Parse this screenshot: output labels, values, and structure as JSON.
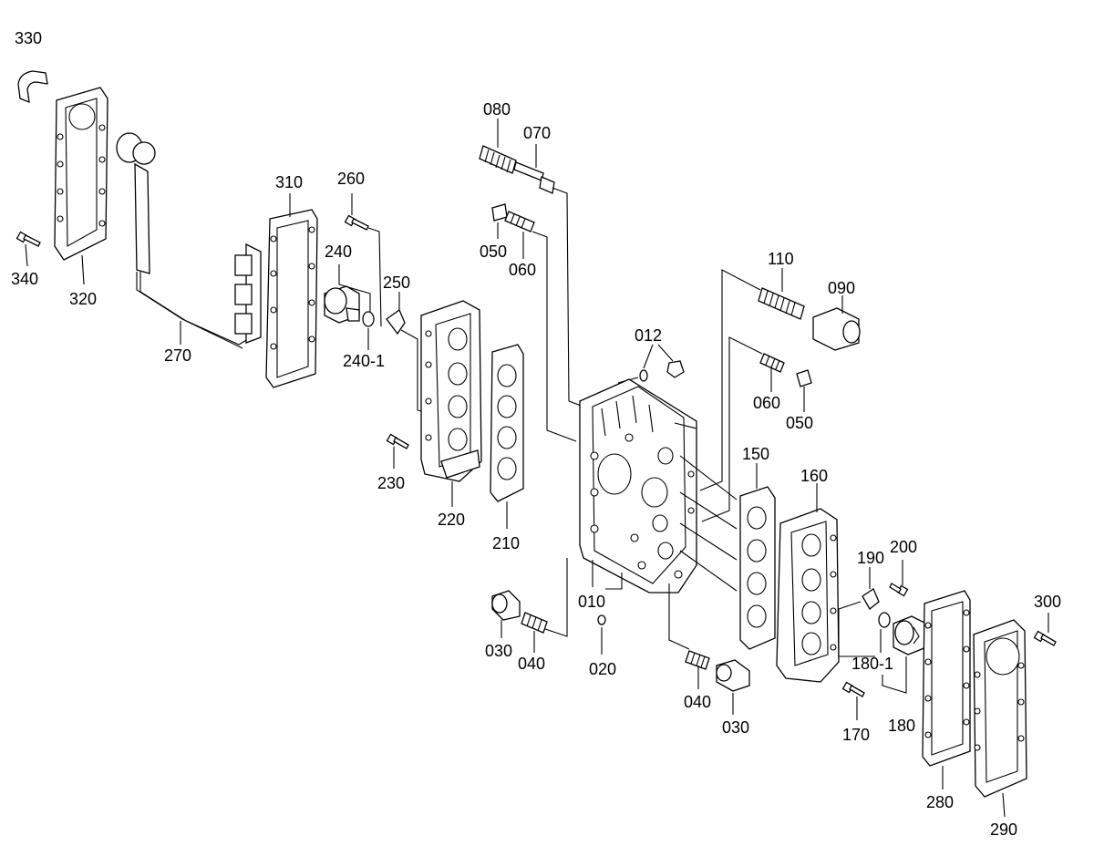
{
  "labels": {
    "l330": "330",
    "l340": "340",
    "l320": "320",
    "l270": "270",
    "l310": "310",
    "l260": "260",
    "l240": "240",
    "l250": "250",
    "l2401": "240-1",
    "l230": "230",
    "l220": "220",
    "l210": "210",
    "l080": "080",
    "l070": "070",
    "l050a": "050",
    "l060a": "060",
    "l012": "012",
    "l110": "110",
    "l090": "090",
    "l060b": "060",
    "l050b": "050",
    "l150": "150",
    "l160": "160",
    "l190": "190",
    "l200": "200",
    "l300": "300",
    "l1801": "180-1",
    "l180": "180",
    "l170": "170",
    "l010": "010",
    "l020": "020",
    "l030a": "030",
    "l040a": "040",
    "l040b": "040",
    "l030b": "030",
    "l280": "280",
    "l290": "290"
  }
}
